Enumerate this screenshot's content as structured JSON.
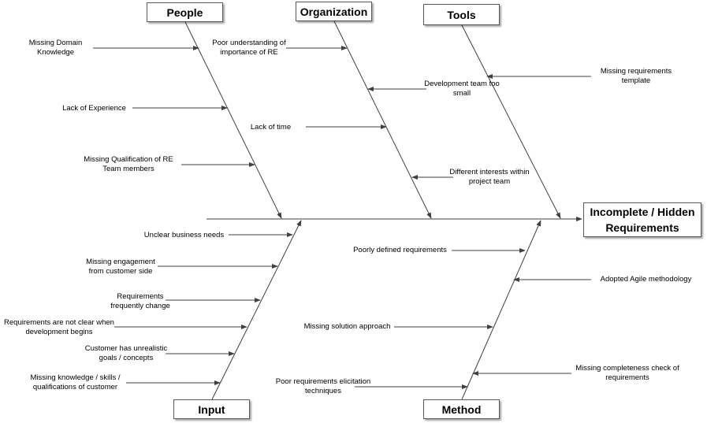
{
  "effect": {
    "label": "Incomplete / Hidden Requirements"
  },
  "categories": {
    "people": "People",
    "organization": "Organization",
    "tools": "Tools",
    "input": "Input",
    "method": "Method"
  },
  "causes": {
    "people": [
      "Missing Domain Knowledge",
      "Lack of Experience",
      "Missing Qualification of RE Team members"
    ],
    "organization": [
      "Poor understanding of importance of RE",
      "Development team too small",
      "Lack of time",
      "Different interests within project team"
    ],
    "tools": [
      "Missing requirements template"
    ],
    "input": [
      "Unclear business needs",
      "Missing engagement from customer side",
      "Requirements frequently change",
      "Requirements are not clear when development begins",
      "Customer has unrealistic goals / concepts",
      "Missing knowledge / skills / qualifications of customer"
    ],
    "method": [
      "Poorly defined requirements",
      "Adopted Agile methodology",
      "Missing solution approach",
      "Missing completeness check of requirements",
      "Poor requirements elicitation techniques"
    ]
  }
}
